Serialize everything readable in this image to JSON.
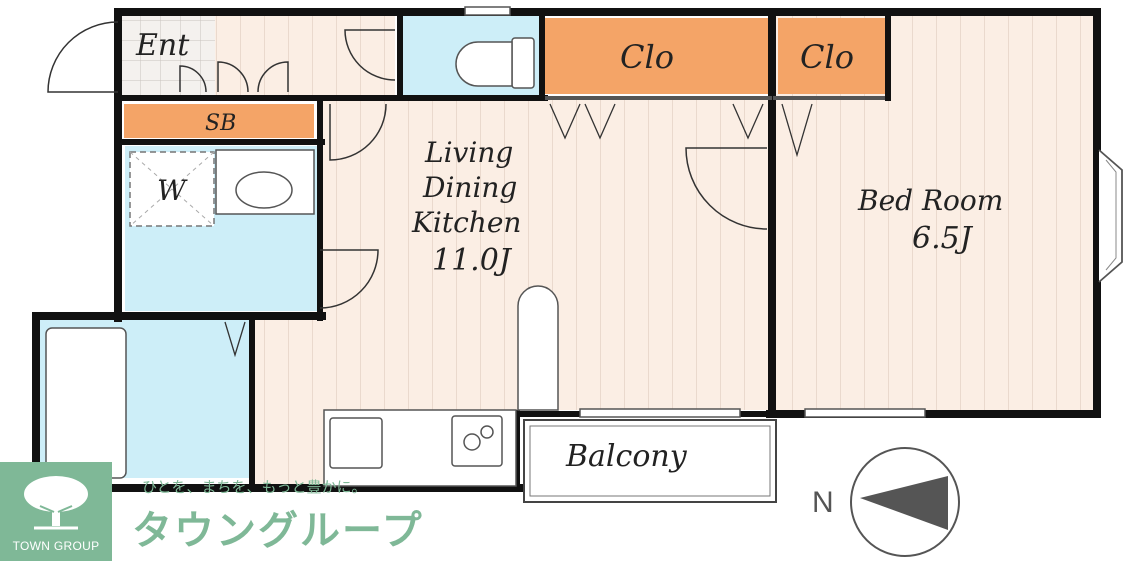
{
  "rooms": {
    "entrance": "Ent",
    "closet_1": "Clo",
    "closet_2": "Clo",
    "shoe_box": "SB",
    "washer": "W",
    "ldk_line1": "Living",
    "ldk_line2": "Dining",
    "ldk_line3": "Kitchen",
    "ldk_size": "11.0J",
    "bedroom_name": "Bed Room",
    "bedroom_size": "6.5J",
    "balcony": "Balcony"
  },
  "compass": {
    "label": "N"
  },
  "brand": {
    "logo_text": "TOWN GROUP",
    "tagline": "ひとを、まちを、もっと豊かに。",
    "wordmark": "タウングループ"
  },
  "colors": {
    "floor": "#fbeee4",
    "wet_area": "#cdeef8",
    "closet": "#f4a467",
    "wall": "#111111",
    "brand_green": "#7fb897"
  }
}
